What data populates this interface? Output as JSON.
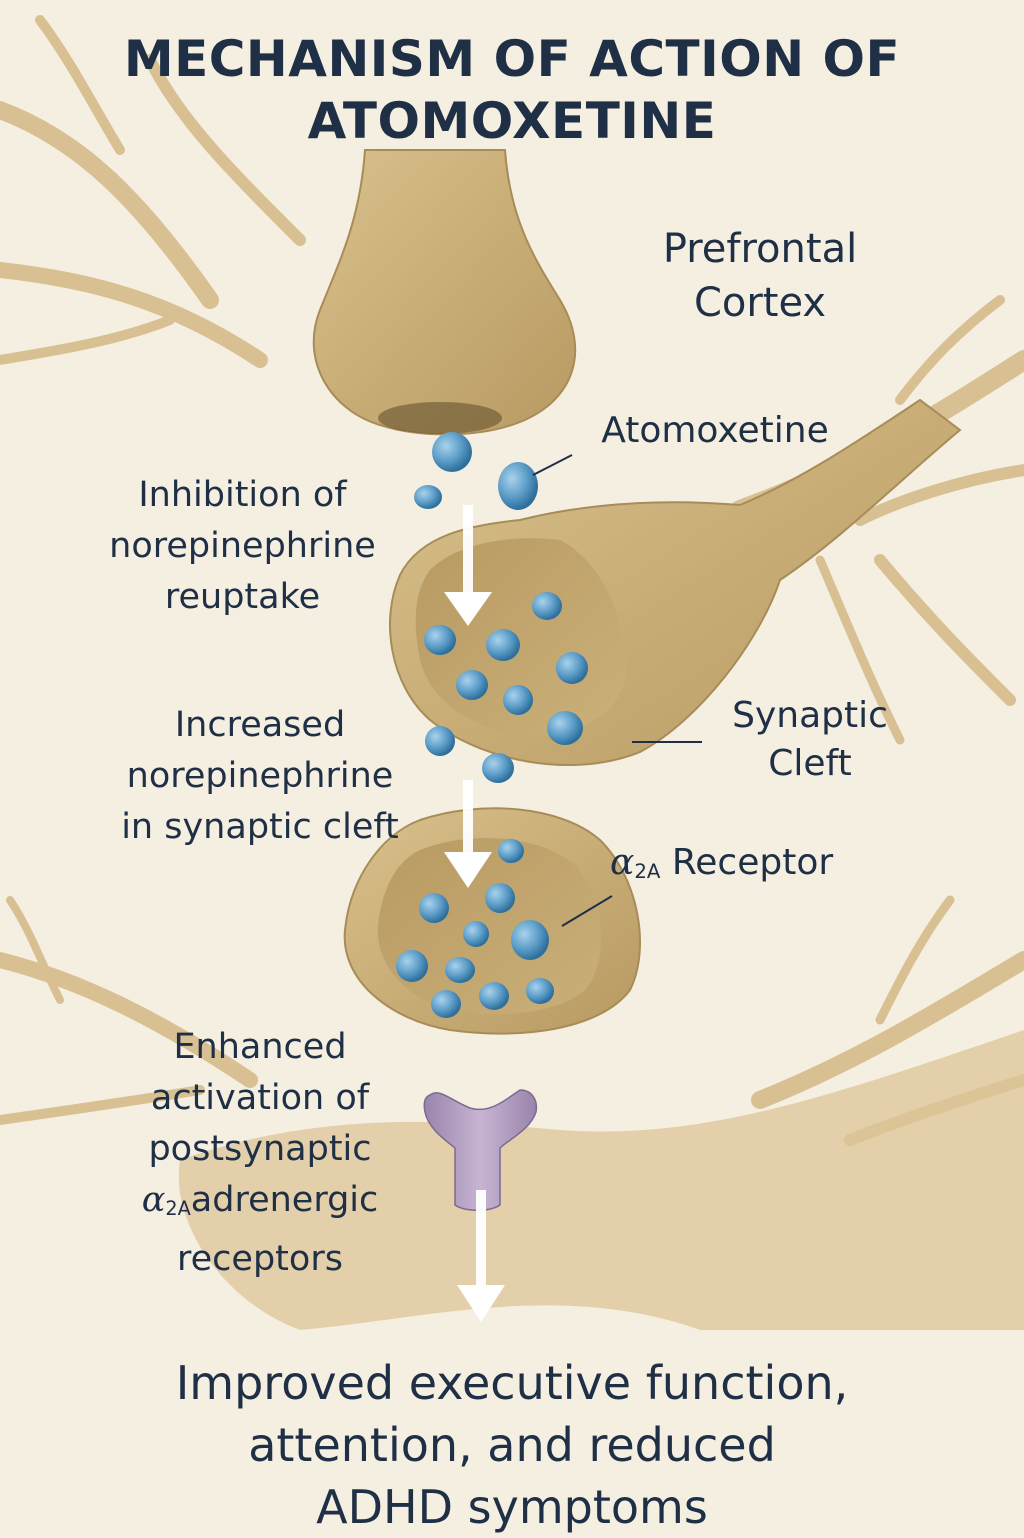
{
  "title": {
    "line1": "MECHANISM OF ACTION OF",
    "line2": "ATOMOXETINE"
  },
  "region": {
    "line1": "Prefrontal",
    "line2": "Cortex"
  },
  "labels": {
    "atomoxetine": "Atomoxetine",
    "synaptic_cleft": {
      "line1": "Synaptic",
      "line2": "Cleft"
    },
    "receptor": {
      "symbol": "α",
      "subscript": "2A",
      "text": " Receptor"
    }
  },
  "steps": {
    "inhibition": {
      "line1": "Inhibition of",
      "line2": "norepinephrine",
      "line3": "reuptake"
    },
    "increased": {
      "line1": "Increased",
      "line2": "norepinephrine",
      "line3": "in synaptic cleft"
    },
    "enhanced": {
      "line1": "Enhanced",
      "line2": "activation of",
      "line3": "postsynaptic",
      "symbol": "α",
      "subscript": "2A",
      "line4_rest": "adrenergic",
      "line5": "receptors"
    }
  },
  "outcome": {
    "line1": "Improved executive function,",
    "line2": "attention, and reduced",
    "line3": "ADHD symptoms"
  },
  "colors": {
    "background": "#f5efe2",
    "neuron": "#c9ae78",
    "neuron_shadow": "#a88c58",
    "vesicle": "#5b9cc7",
    "receptor": "#b7a2c4",
    "text": "#1f2f45",
    "arrow": "#ffffff"
  }
}
